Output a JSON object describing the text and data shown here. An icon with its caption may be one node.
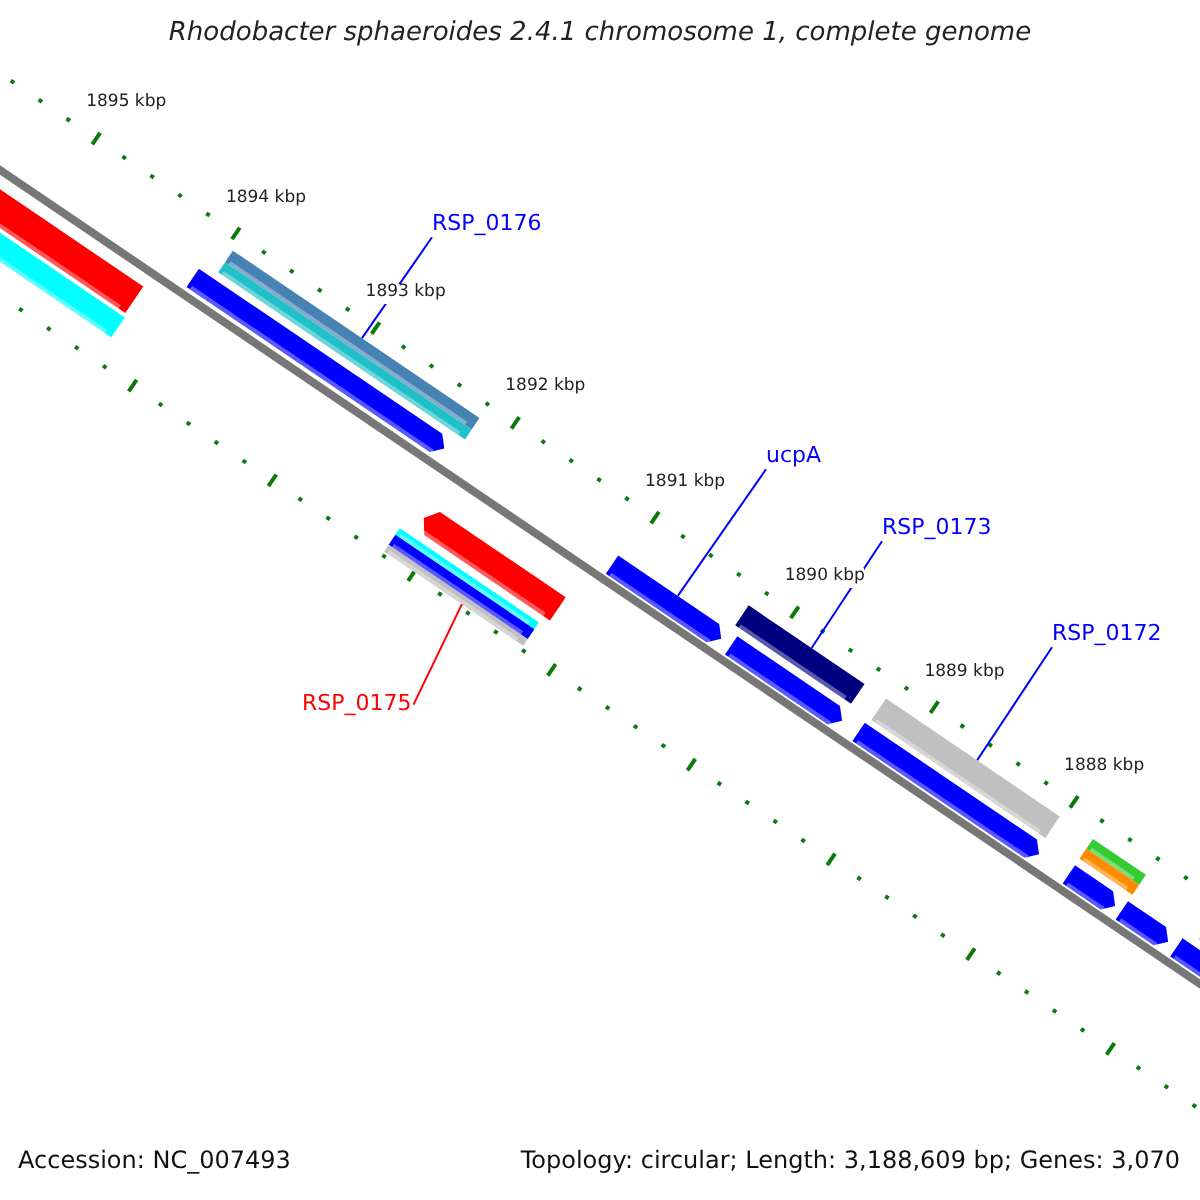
{
  "diagram": {
    "title": "Rhodobacter sphaeroides 2.4.1 chromosome 1, complete genome",
    "nodes": [
      {
        "text": [
          "RSP_0176"
        ]
      },
      {
        "text": [],
        "shape": "bar"
      },
      {
        "text": [
          "ucpA"
        ]
      },
      {
        "text": [],
        "shape": "bar"
      },
      {
        "text": [
          "RSP_0173"
        ]
      },
      {
        "text": [],
        "shape": "bar"
      },
      {
        "text": [
          "RSP_0172"
        ]
      },
      {
        "text": [],
        "shape": "bar"
      },
      {
        "text": [
          "RSP_0175"
        ]
      },
      {
        "text": [],
        "shape": "bar"
      }
    ],
    "edges": [
      {
        "from": 0,
        "to": 1,
        "arrow": "none"
      },
      {
        "from": 2,
        "to": 3,
        "arrow": "none"
      },
      {
        "from": 4,
        "to": 5,
        "arrow": "none"
      },
      {
        "from": 6,
        "to": 7,
        "arrow": "none"
      },
      {
        "from": 8,
        "to": 9,
        "arrow": "none",
        "color": "#ff0000"
      }
    ],
    "labels": [
      "1895 kbp",
      "1894 kbp",
      "1893 kbp",
      "1892 kbp",
      "1891 kbp",
      "1890 kbp",
      "1889 kbp",
      "1888 kbp",
      "Accession: NC_007493",
      "Topology: circular; Length: 3,188,609 bp; Genes: 3,070"
    ]
  }
}
